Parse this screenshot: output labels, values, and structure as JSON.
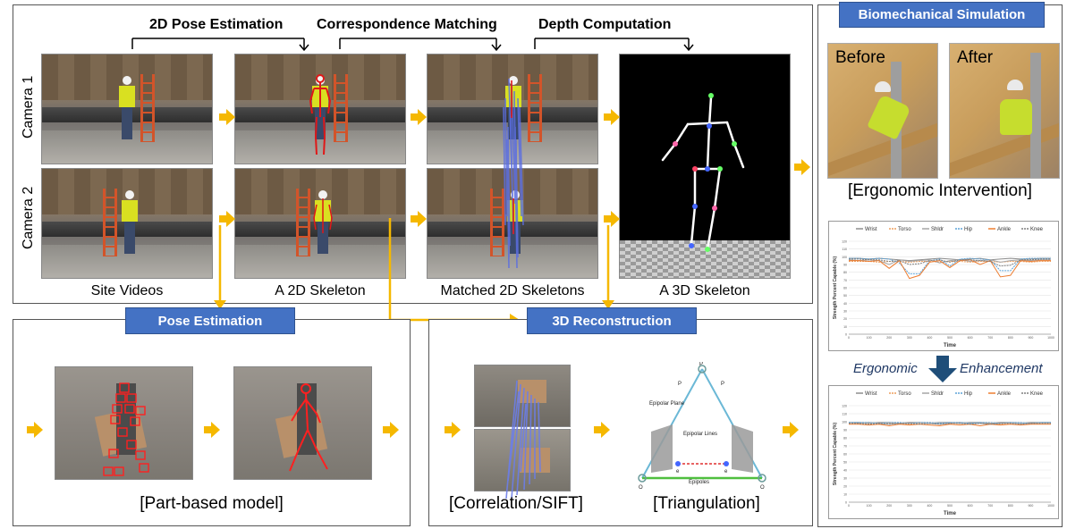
{
  "stages": {
    "pose2d": "2D Pose Estimation",
    "matching": "Correspondence Matching",
    "depth": "Depth Computation"
  },
  "cameras": [
    "Camera 1",
    "Camera 2"
  ],
  "columns": [
    "Site Videos",
    "A 2D Skeleton",
    "Matched 2D Skeletons",
    "A 3D Skeleton"
  ],
  "sections": {
    "pose_estimation": {
      "title": "Pose Estimation",
      "caption": "[Part-based model]"
    },
    "reconstruction": {
      "title": "3D Reconstruction",
      "caption_left": "[Correlation/SIFT]",
      "caption_right": "[Triangulation]",
      "diagram_labels": {
        "P": "P",
        "Pl": "P",
        "Pr": "P",
        "plane": "Epipolar Plane",
        "lines": "Epipolar Lines",
        "epipoles": "Epipoles",
        "el": "e",
        "er": "e",
        "Ol": "O",
        "Or": "O"
      }
    },
    "biomech": {
      "title": "Biomechanical Simulation",
      "before": "Before",
      "after": "After",
      "caption": "[Ergonomic Intervention]",
      "enhance_left": "Ergonomic",
      "enhance_right": "Enhancement"
    }
  },
  "chart_data": [
    {
      "type": "line",
      "ylabel": "Strength Percent Capable (%)",
      "xlabel": "Time",
      "ylim": [
        0,
        120
      ],
      "xlim": [
        0,
        1000
      ],
      "yticks": [
        "0",
        "10",
        "20",
        "30",
        "40",
        "50",
        "60",
        "70",
        "80",
        "90",
        "100",
        "110",
        "120"
      ],
      "xticks": [
        "0",
        "100",
        "200",
        "300",
        "400",
        "500",
        "600",
        "700",
        "800",
        "900",
        "1000"
      ],
      "legend": [
        "Wrist",
        "Torso",
        "Shldr",
        "Hip",
        "Ankle",
        "Knee"
      ],
      "colors": [
        "#8d8d8d",
        "#ed9d5b",
        "#a5a5a5",
        "#5ba3d9",
        "#ed7d31",
        "#7f7f7f"
      ],
      "x": [
        0,
        50,
        100,
        150,
        200,
        250,
        300,
        350,
        400,
        450,
        500,
        550,
        600,
        650,
        700,
        750,
        800,
        850,
        900,
        950,
        1000
      ],
      "series": [
        {
          "name": "Wrist",
          "values": [
            98,
            98,
            97,
            98,
            97,
            96,
            95,
            96,
            97,
            98,
            97,
            96,
            97,
            98,
            96,
            97,
            98,
            97,
            97,
            98,
            98
          ]
        },
        {
          "name": "Torso",
          "values": [
            94,
            94,
            94,
            93,
            94,
            94,
            93,
            94,
            94,
            93,
            94,
            94,
            93,
            94,
            94,
            93,
            94,
            94,
            93,
            94,
            94
          ]
        },
        {
          "name": "Shldr",
          "values": [
            96,
            95,
            96,
            95,
            90,
            96,
            94,
            95,
            96,
            92,
            95,
            96,
            94,
            95,
            96,
            93,
            95,
            96,
            95,
            96,
            96
          ]
        },
        {
          "name": "Hip",
          "values": [
            98,
            98,
            97,
            98,
            97,
            92,
            78,
            78,
            95,
            97,
            88,
            97,
            98,
            97,
            96,
            82,
            82,
            97,
            98,
            98,
            98
          ]
        },
        {
          "name": "Ankle",
          "values": [
            95,
            95,
            94,
            95,
            85,
            95,
            72,
            76,
            93,
            95,
            86,
            95,
            96,
            90,
            95,
            74,
            76,
            95,
            94,
            95,
            95
          ]
        },
        {
          "name": "Knee",
          "values": [
            97,
            97,
            96,
            96,
            94,
            95,
            90,
            91,
            95,
            96,
            93,
            96,
            96,
            95,
            94,
            88,
            89,
            96,
            96,
            97,
            97
          ]
        }
      ]
    },
    {
      "type": "line",
      "ylabel": "Strength Percent Capable (%)",
      "xlabel": "Time",
      "ylim": [
        0,
        120
      ],
      "xlim": [
        0,
        1000
      ],
      "yticks": [
        "0",
        "10",
        "20",
        "30",
        "40",
        "50",
        "60",
        "70",
        "80",
        "90",
        "100",
        "110",
        "120"
      ],
      "xticks": [
        "0",
        "100",
        "200",
        "300",
        "400",
        "500",
        "600",
        "700",
        "800",
        "900",
        "1000"
      ],
      "legend": [
        "Wrist",
        "Torso",
        "Shldr",
        "Hip",
        "Ankle",
        "Knee"
      ],
      "colors": [
        "#8d8d8d",
        "#ed9d5b",
        "#a5a5a5",
        "#5ba3d9",
        "#ed7d31",
        "#7f7f7f"
      ],
      "x": [
        0,
        50,
        100,
        150,
        200,
        250,
        300,
        350,
        400,
        450,
        500,
        550,
        600,
        650,
        700,
        750,
        800,
        850,
        900,
        950,
        1000
      ],
      "series": [
        {
          "name": "Wrist",
          "values": [
            99,
            99,
            98,
            99,
            99,
            98,
            99,
            99,
            98,
            99,
            99,
            98,
            99,
            99,
            98,
            99,
            99,
            98,
            99,
            99,
            99
          ]
        },
        {
          "name": "Torso",
          "values": [
            98,
            98,
            98,
            97,
            98,
            98,
            97,
            98,
            98,
            97,
            98,
            98,
            97,
            98,
            98,
            97,
            98,
            98,
            97,
            98,
            98
          ]
        },
        {
          "name": "Shldr",
          "values": [
            99,
            98,
            99,
            98,
            97,
            98,
            98,
            99,
            98,
            97,
            98,
            99,
            98,
            98,
            97,
            98,
            99,
            98,
            98,
            99,
            99
          ]
        },
        {
          "name": "Hip",
          "values": [
            99,
            99,
            99,
            98,
            99,
            99,
            98,
            99,
            99,
            98,
            99,
            99,
            98,
            99,
            99,
            98,
            99,
            99,
            98,
            99,
            99
          ]
        },
        {
          "name": "Ankle",
          "values": [
            97,
            97,
            96,
            97,
            95,
            97,
            96,
            97,
            96,
            95,
            97,
            96,
            97,
            95,
            97,
            96,
            97,
            96,
            97,
            97,
            97
          ]
        },
        {
          "name": "Knee",
          "values": [
            98,
            98,
            97,
            98,
            97,
            98,
            98,
            97,
            98,
            97,
            98,
            98,
            97,
            98,
            97,
            98,
            98,
            97,
            98,
            98,
            98
          ]
        }
      ]
    }
  ]
}
